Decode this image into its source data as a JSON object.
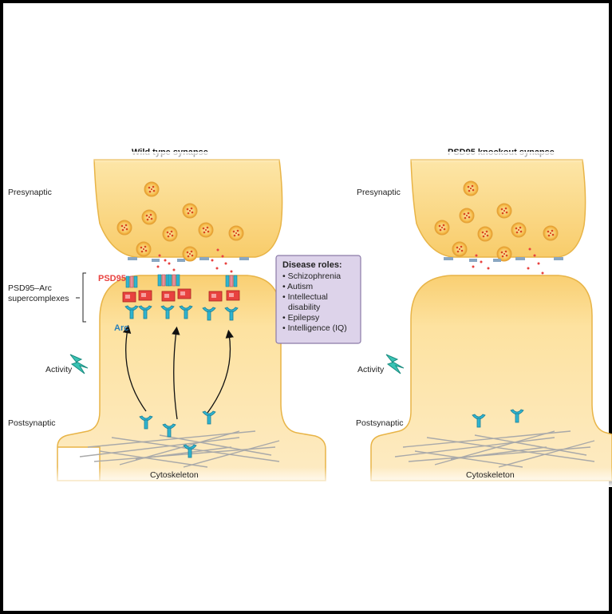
{
  "panels": {
    "wild_type": {
      "title": "Wild type synapse",
      "presynaptic": "Presynaptic",
      "supercomplex_line1": "PSD95–Arc",
      "supercomplex_line2": "supercomplexes",
      "psd95": "PSD95",
      "arc": "Arc",
      "activity": "Activity",
      "postsynaptic": "Postsynaptic",
      "cytoskeleton": "Cytoskeleton"
    },
    "knockout": {
      "title": "PSD95 knockout synapse",
      "presynaptic": "Presynaptic",
      "activity": "Activity",
      "postsynaptic": "Postsynaptic",
      "cytoskeleton": "Cytoskeleton"
    }
  },
  "disease_box": {
    "title": "Disease roles:",
    "items": [
      "• Schizophrenia",
      "• Autism",
      "• Intellectual",
      "  disability",
      "• Epilepsy",
      "• Intelligence (IQ)"
    ]
  },
  "colors": {
    "terminal_fill": "#fbd98a",
    "terminal_edge": "#e8b447",
    "vesicle": "#f4a531",
    "psd95": "#e8423f",
    "arc": "#2fb4cf",
    "lightning": "#39c3b4",
    "disease_box": "#ddd3ea"
  },
  "icons": [
    "lightning-icon",
    "arc-protein-icon",
    "psd95-protein-icon",
    "vesicle-icon"
  ]
}
